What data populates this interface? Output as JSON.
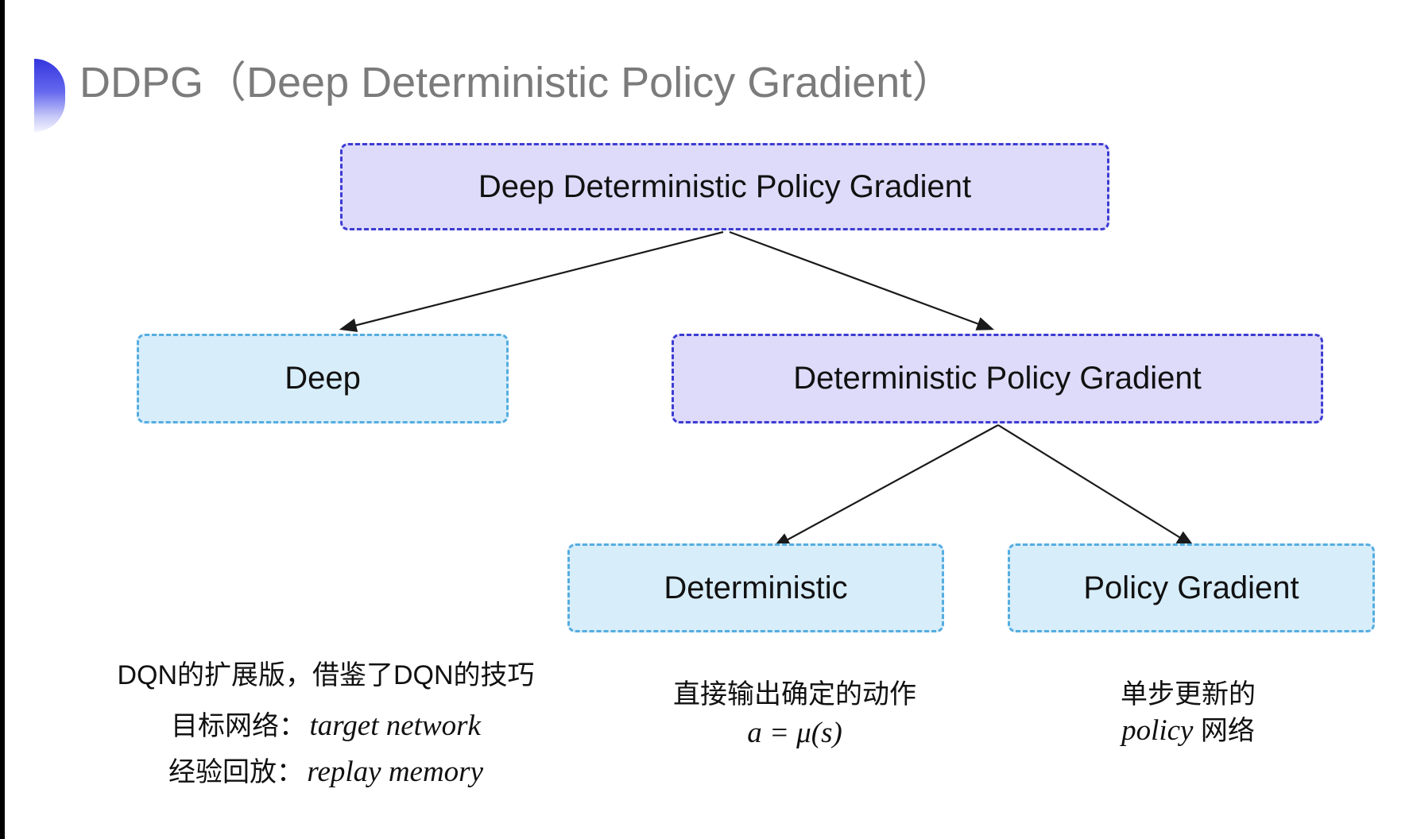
{
  "title": {
    "text": "DDPG（Deep Deterministic Policy Gradient）"
  },
  "tree": {
    "root": {
      "label": "Deep Deterministic Policy Gradient"
    },
    "deep": {
      "label": "Deep"
    },
    "dpg": {
      "label": "Deterministic Policy Gradient"
    },
    "det": {
      "label": "Deterministic"
    },
    "pg": {
      "label": "Policy Gradient"
    }
  },
  "notes": {
    "deep": {
      "line1": "DQN的扩展版，借鉴了DQN的技巧",
      "line2_label": "目标网络：",
      "line2_value": "target network",
      "line3_label": "经验回放：",
      "line3_value": "replay memory"
    },
    "deterministic": {
      "line1": "直接输出确定的动作",
      "equation": "a = μ(s)"
    },
    "policy_gradient": {
      "line1": "单步更新的",
      "line2_italic": "policy",
      "line2_rest": " 网络"
    }
  },
  "colors": {
    "purple_fill": "#dedaf9",
    "purple_border": "#3c3cd2",
    "blue_fill": "#d8edfa",
    "blue_border": "#54ade0",
    "title_gray": "#7b7b7b",
    "bullet_blue": "#3336dd",
    "arrow_black": "#1a1a1a"
  }
}
